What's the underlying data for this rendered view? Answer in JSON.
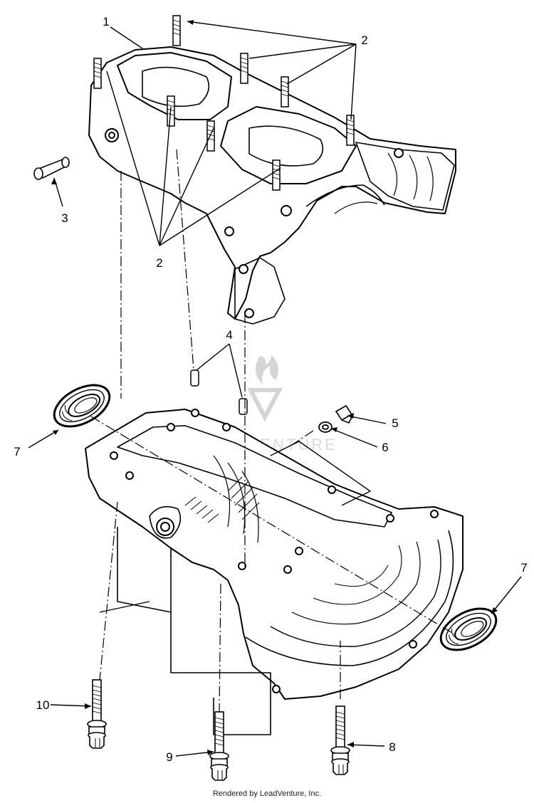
{
  "callouts": [
    "1",
    "2",
    "3",
    "4",
    "5",
    "6",
    "7",
    "8",
    "9",
    "10"
  ],
  "watermark": {
    "text": "LEADVENTURE",
    "color": "#b8b8b8"
  },
  "footer": {
    "text": "Rendered by LeadVenture, Inc."
  },
  "colors": {
    "line": "#000000",
    "background": "#ffffff"
  }
}
